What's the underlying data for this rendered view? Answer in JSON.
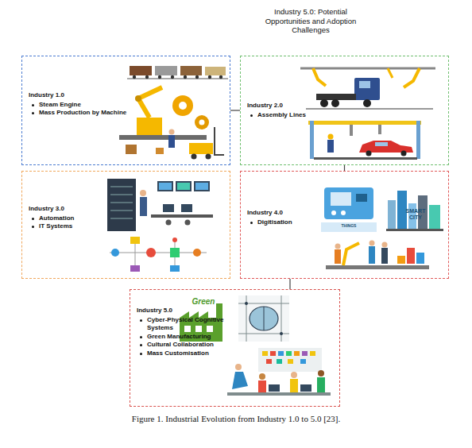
{
  "diagram": {
    "title": "Industry 5.0: Potential Opportunities and Adoption Challenges",
    "caption": "Figure 1. Industrial Evolution from Industry 1.0 to 5.0 [23].",
    "nodes": [
      {
        "text": [
          "Industry 1.0",
          "Steam Engine",
          "Mass Production by Machine"
        ]
      },
      {
        "text": [
          "Industry 2.0",
          "Assembly Lines"
        ]
      },
      {
        "text": [
          "Industry 3.0",
          "Automation",
          "IT Systems"
        ]
      },
      {
        "text": [
          "Industry 4.0",
          "Digitisation"
        ]
      },
      {
        "text": [
          "Industry 5.0",
          "Cyber-Physical Cognitive Systems",
          "Green Manufacturing",
          "Cultural Collaboration",
          "Mass Customisation"
        ]
      }
    ],
    "edges": [
      {
        "from": 0,
        "to": 1,
        "arrow": "none"
      },
      {
        "from": 1,
        "to": 3,
        "arrow": "none"
      },
      {
        "from": 3,
        "to": 4,
        "arrow": "none"
      }
    ],
    "labels": [
      "Green",
      "SMART CITY",
      "THINGS"
    ]
  }
}
